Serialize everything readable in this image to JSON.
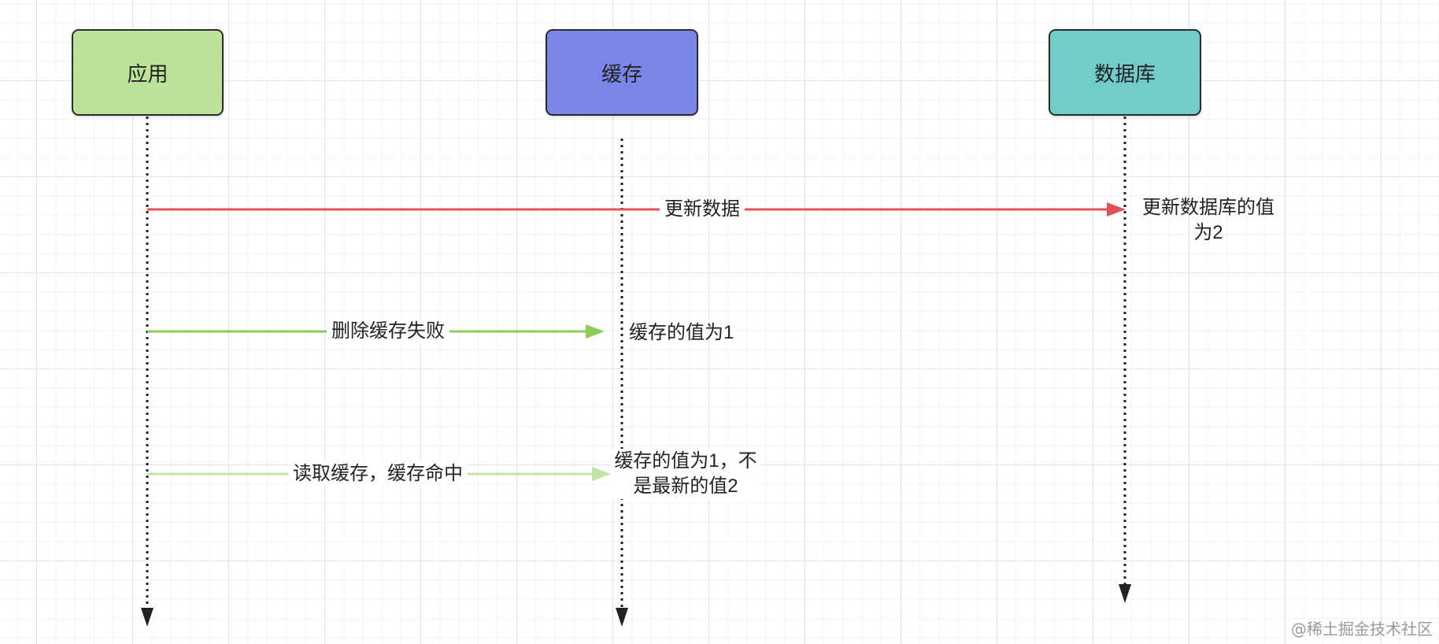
{
  "colors": {
    "app_fill": "#bde39a",
    "cache_fill": "#7b86e8",
    "db_fill": "#72cdca",
    "msg1": "#e0525a",
    "msg2": "#8ccd57",
    "msg3": "#bfe4a4",
    "lifeline": "#222222"
  },
  "participants": {
    "app": {
      "label": "应用"
    },
    "cache": {
      "label": "缓存"
    },
    "db": {
      "label": "数据库"
    }
  },
  "messages": [
    {
      "label": "更新数据"
    },
    {
      "label": "删除缓存失败"
    },
    {
      "label": "读取缓存，缓存命中"
    }
  ],
  "notes": {
    "db_note": {
      "line1": "更新数据库的值",
      "line2": "为2"
    },
    "cache_note1": "缓存的值为1",
    "cache_note2": {
      "line1": "缓存的值为1，不",
      "line2": "是最新的值2"
    }
  },
  "watermark": "@稀土掘金技术社区"
}
